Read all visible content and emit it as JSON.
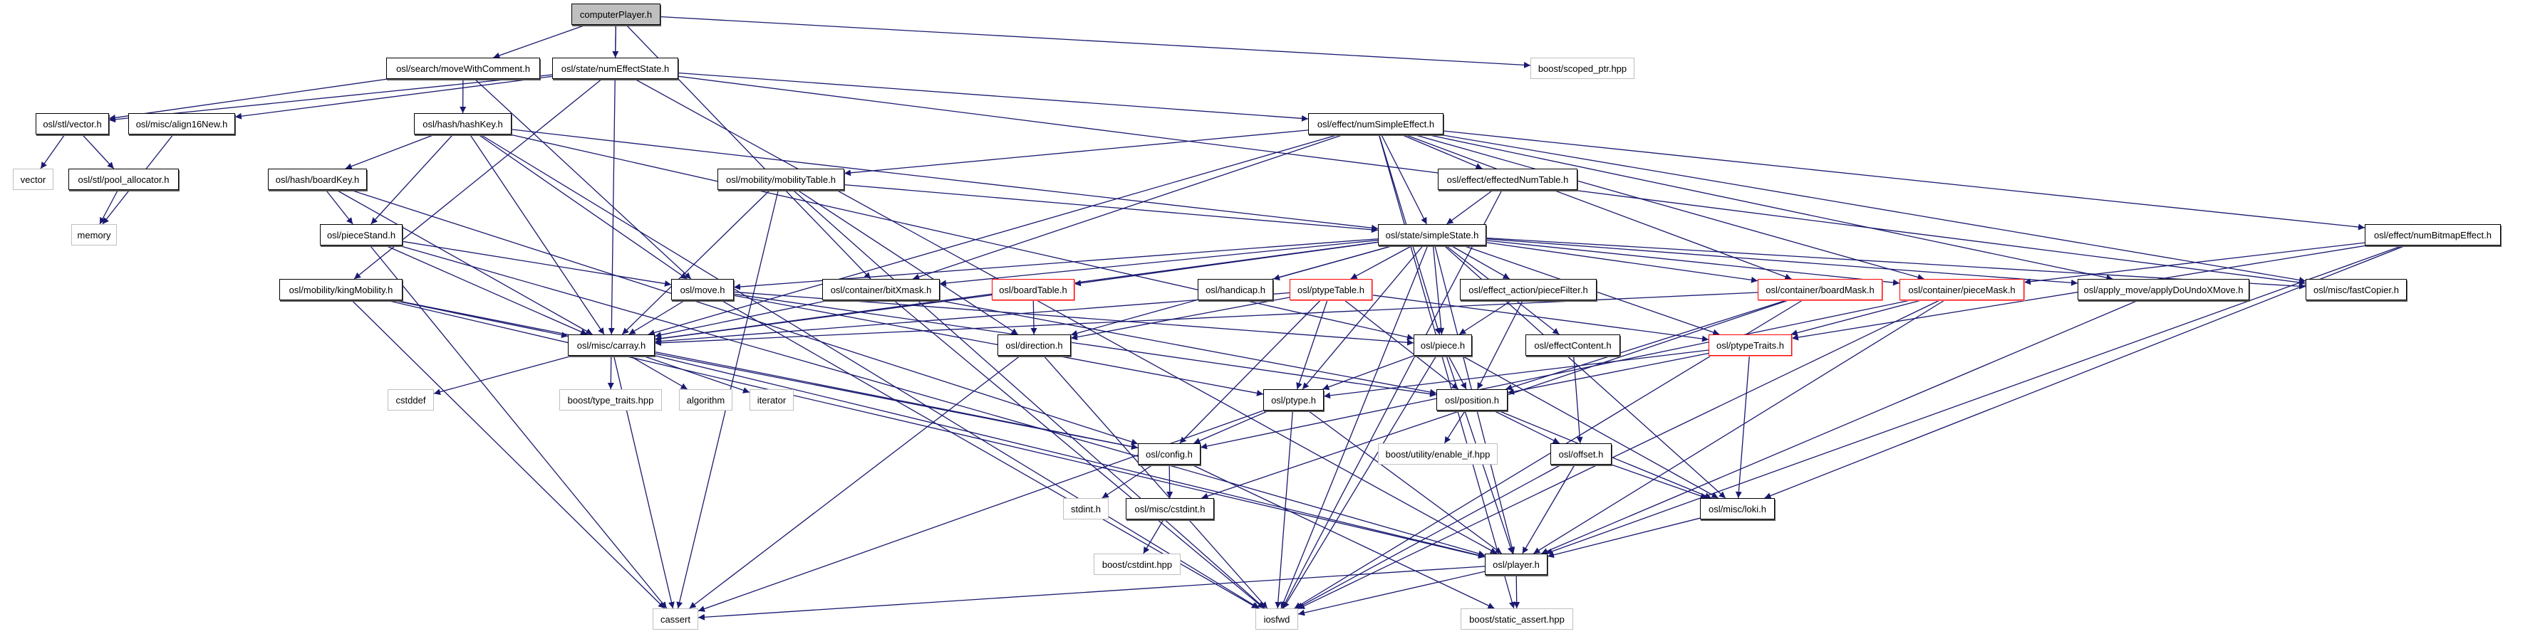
{
  "title": "computerPlayer.h include dependency graph",
  "colors": {
    "edge": "#191970",
    "external_border": "#bfbfbf",
    "incomplete_border": "#ff0000",
    "root_fill": "#bfbfbf"
  },
  "nodes": [
    {
      "id": "computerPlayer",
      "label": "computerPlayer.h",
      "kind": "root"
    },
    {
      "id": "moveWithComment",
      "label": "osl/search/moveWithComment.h",
      "kind": "normal"
    },
    {
      "id": "numEffectState",
      "label": "osl/state/numEffectState.h",
      "kind": "normal"
    },
    {
      "id": "scoped_ptr",
      "label": "boost/scoped_ptr.hpp",
      "kind": "external"
    },
    {
      "id": "stlvector",
      "label": "osl/stl/vector.h",
      "kind": "normal"
    },
    {
      "id": "align16New",
      "label": "osl/misc/align16New.h",
      "kind": "normal"
    },
    {
      "id": "hashKey",
      "label": "osl/hash/hashKey.h",
      "kind": "normal"
    },
    {
      "id": "numSimpleEffect",
      "label": "osl/effect/numSimpleEffect.h",
      "kind": "normal"
    },
    {
      "id": "vector",
      "label": "vector",
      "kind": "external"
    },
    {
      "id": "pool_allocator",
      "label": "osl/stl/pool_allocator.h",
      "kind": "normal"
    },
    {
      "id": "boardKey",
      "label": "osl/hash/boardKey.h",
      "kind": "normal"
    },
    {
      "id": "mobilityTable",
      "label": "osl/mobility/mobilityTable.h",
      "kind": "normal"
    },
    {
      "id": "effectedNumTable",
      "label": "osl/effect/effectedNumTable.h",
      "kind": "normal"
    },
    {
      "id": "memory",
      "label": "memory",
      "kind": "external"
    },
    {
      "id": "pieceStand",
      "label": "osl/pieceStand.h",
      "kind": "normal"
    },
    {
      "id": "simpleState",
      "label": "osl/state/simpleState.h",
      "kind": "normal"
    },
    {
      "id": "numBitmapEffect",
      "label": "osl/effect/numBitmapEffect.h",
      "kind": "normal"
    },
    {
      "id": "kingMobility",
      "label": "osl/mobility/kingMobility.h",
      "kind": "normal"
    },
    {
      "id": "move",
      "label": "osl/move.h",
      "kind": "normal"
    },
    {
      "id": "bitXmask",
      "label": "osl/container/bitXmask.h",
      "kind": "normal"
    },
    {
      "id": "boardTable",
      "label": "osl/boardTable.h",
      "kind": "incomplete"
    },
    {
      "id": "handicap",
      "label": "osl/handicap.h",
      "kind": "normal"
    },
    {
      "id": "ptypeTable",
      "label": "osl/ptypeTable.h",
      "kind": "incomplete"
    },
    {
      "id": "pieceFilter",
      "label": "osl/effect_action/pieceFilter.h",
      "kind": "normal"
    },
    {
      "id": "boardMask",
      "label": "osl/container/boardMask.h",
      "kind": "incomplete"
    },
    {
      "id": "pieceMask",
      "label": "osl/container/pieceMask.h",
      "kind": "incomplete"
    },
    {
      "id": "applyDoUndoXMove",
      "label": "osl/apply_move/applyDoUndoXMove.h",
      "kind": "normal"
    },
    {
      "id": "fastCopier",
      "label": "osl/misc/fastCopier.h",
      "kind": "normal"
    },
    {
      "id": "carray",
      "label": "osl/misc/carray.h",
      "kind": "normal"
    },
    {
      "id": "direction",
      "label": "osl/direction.h",
      "kind": "normal"
    },
    {
      "id": "piece",
      "label": "osl/piece.h",
      "kind": "normal"
    },
    {
      "id": "effectContent",
      "label": "osl/effectContent.h",
      "kind": "normal"
    },
    {
      "id": "ptypeTraits",
      "label": "osl/ptypeTraits.h",
      "kind": "incomplete"
    },
    {
      "id": "cstddef",
      "label": "cstddef",
      "kind": "external"
    },
    {
      "id": "type_traits",
      "label": "boost/type_traits.hpp",
      "kind": "external"
    },
    {
      "id": "algorithm",
      "label": "algorithm",
      "kind": "external"
    },
    {
      "id": "iterator",
      "label": "iterator",
      "kind": "external"
    },
    {
      "id": "ptype",
      "label": "osl/ptype.h",
      "kind": "normal"
    },
    {
      "id": "position",
      "label": "osl/position.h",
      "kind": "normal"
    },
    {
      "id": "config",
      "label": "osl/config.h",
      "kind": "normal"
    },
    {
      "id": "enable_if",
      "label": "boost/utility/enable_if.hpp",
      "kind": "external"
    },
    {
      "id": "offset",
      "label": "osl/offset.h",
      "kind": "normal"
    },
    {
      "id": "stdint",
      "label": "stdint.h",
      "kind": "external"
    },
    {
      "id": "misc_cstdint",
      "label": "osl/misc/cstdint.h",
      "kind": "normal"
    },
    {
      "id": "loki",
      "label": "osl/misc/loki.h",
      "kind": "normal"
    },
    {
      "id": "boost_cstdint",
      "label": "boost/cstdint.hpp",
      "kind": "external"
    },
    {
      "id": "player",
      "label": "osl/player.h",
      "kind": "normal"
    },
    {
      "id": "cassert",
      "label": "cassert",
      "kind": "external"
    },
    {
      "id": "iosfwd",
      "label": "iosfwd",
      "kind": "external"
    },
    {
      "id": "static_assert",
      "label": "boost/static_assert.hpp",
      "kind": "external"
    }
  ],
  "edges": [
    [
      "computerPlayer",
      "moveWithComment"
    ],
    [
      "computerPlayer",
      "numEffectState"
    ],
    [
      "computerPlayer",
      "scoped_ptr"
    ],
    [
      "computerPlayer",
      "carray"
    ],
    [
      "computerPlayer",
      "bitXmask"
    ],
    [
      "moveWithComment",
      "stlvector"
    ],
    [
      "moveWithComment",
      "hashKey"
    ],
    [
      "moveWithComment",
      "move"
    ],
    [
      "numEffectState",
      "align16New"
    ],
    [
      "numEffectState",
      "stlvector"
    ],
    [
      "numEffectState",
      "numSimpleEffect"
    ],
    [
      "numEffectState",
      "kingMobility"
    ],
    [
      "numEffectState",
      "fastCopier"
    ],
    [
      "numEffectState",
      "player"
    ],
    [
      "stlvector",
      "vector"
    ],
    [
      "stlvector",
      "pool_allocator"
    ],
    [
      "pool_allocator",
      "memory"
    ],
    [
      "align16New",
      "memory"
    ],
    [
      "hashKey",
      "boardKey"
    ],
    [
      "hashKey",
      "pieceStand"
    ],
    [
      "hashKey",
      "carray"
    ],
    [
      "hashKey",
      "move"
    ],
    [
      "hashKey",
      "simpleState"
    ],
    [
      "hashKey",
      "piece"
    ],
    [
      "hashKey",
      "iosfwd"
    ],
    [
      "boardKey",
      "pieceStand"
    ],
    [
      "boardKey",
      "carray"
    ],
    [
      "boardKey",
      "config"
    ],
    [
      "pieceStand",
      "move"
    ],
    [
      "pieceStand",
      "carray"
    ],
    [
      "pieceStand",
      "cassert"
    ],
    [
      "pieceStand",
      "player"
    ],
    [
      "numSimpleEffect",
      "mobilityTable"
    ],
    [
      "numSimpleEffect",
      "effectedNumTable"
    ],
    [
      "numSimpleEffect",
      "simpleState"
    ],
    [
      "numSimpleEffect",
      "numBitmapEffect"
    ],
    [
      "numSimpleEffect",
      "boardMask"
    ],
    [
      "numSimpleEffect",
      "pieceMask"
    ],
    [
      "numSimpleEffect",
      "applyDoUndoXMove"
    ],
    [
      "numSimpleEffect",
      "fastCopier"
    ],
    [
      "numSimpleEffect",
      "carray"
    ],
    [
      "numSimpleEffect",
      "bitXmask"
    ],
    [
      "numSimpleEffect",
      "static_assert"
    ],
    [
      "numSimpleEffect",
      "piece"
    ],
    [
      "mobilityTable",
      "simpleState"
    ],
    [
      "mobilityTable",
      "carray"
    ],
    [
      "mobilityTable",
      "direction"
    ],
    [
      "mobilityTable",
      "iosfwd"
    ],
    [
      "mobilityTable",
      "cassert"
    ],
    [
      "effectedNumTable",
      "simpleState"
    ],
    [
      "effectedNumTable",
      "iosfwd"
    ],
    [
      "simpleState",
      "move"
    ],
    [
      "simpleState",
      "bitXmask"
    ],
    [
      "simpleState",
      "boardTable"
    ],
    [
      "simpleState",
      "handicap"
    ],
    [
      "simpleState",
      "ptypeTable"
    ],
    [
      "simpleState",
      "pieceFilter"
    ],
    [
      "simpleState",
      "boardMask"
    ],
    [
      "simpleState",
      "pieceMask"
    ],
    [
      "simpleState",
      "applyDoUndoXMove"
    ],
    [
      "simpleState",
      "fastCopier"
    ],
    [
      "simpleState",
      "carray"
    ],
    [
      "simpleState",
      "direction"
    ],
    [
      "simpleState",
      "piece"
    ],
    [
      "simpleState",
      "effectContent"
    ],
    [
      "simpleState",
      "ptypeTraits"
    ],
    [
      "simpleState",
      "ptype"
    ],
    [
      "simpleState",
      "loki"
    ],
    [
      "simpleState",
      "player"
    ],
    [
      "simpleState",
      "iosfwd"
    ],
    [
      "numBitmapEffect",
      "pieceMask"
    ],
    [
      "numBitmapEffect",
      "ptypeTraits"
    ],
    [
      "numBitmapEffect",
      "loki"
    ],
    [
      "numBitmapEffect",
      "player"
    ],
    [
      "kingMobility",
      "carray"
    ],
    [
      "kingMobility",
      "config"
    ],
    [
      "kingMobility",
      "cassert"
    ],
    [
      "kingMobility",
      "player"
    ],
    [
      "move",
      "carray"
    ],
    [
      "move",
      "piece"
    ],
    [
      "move",
      "ptype"
    ],
    [
      "move",
      "position"
    ],
    [
      "move",
      "iosfwd"
    ],
    [
      "bitXmask",
      "carray"
    ],
    [
      "bitXmask",
      "position"
    ],
    [
      "bitXmask",
      "iosfwd"
    ],
    [
      "boardTable",
      "carray"
    ],
    [
      "boardTable",
      "direction"
    ],
    [
      "ptypeTable",
      "carray"
    ],
    [
      "ptypeTable",
      "direction"
    ],
    [
      "ptypeTable",
      "ptype"
    ],
    [
      "ptypeTable",
      "position"
    ],
    [
      "ptypeTable",
      "config"
    ],
    [
      "ptypeTable",
      "ptypeTraits"
    ],
    [
      "pieceFilter",
      "piece"
    ],
    [
      "pieceFilter",
      "position"
    ],
    [
      "boardMask",
      "carray"
    ],
    [
      "boardMask",
      "position"
    ],
    [
      "boardMask",
      "misc_cstdint"
    ],
    [
      "boardMask",
      "iosfwd"
    ],
    [
      "pieceMask",
      "ptypeTraits"
    ],
    [
      "pieceMask",
      "config"
    ],
    [
      "pieceMask",
      "player"
    ],
    [
      "pieceMask",
      "iosfwd"
    ],
    [
      "applyDoUndoXMove",
      "player"
    ],
    [
      "carray",
      "cstddef"
    ],
    [
      "carray",
      "type_traits"
    ],
    [
      "carray",
      "algorithm"
    ],
    [
      "carray",
      "iterator"
    ],
    [
      "carray",
      "config"
    ],
    [
      "carray",
      "cassert"
    ],
    [
      "carray",
      "player"
    ],
    [
      "direction",
      "cassert"
    ],
    [
      "direction",
      "iosfwd"
    ],
    [
      "piece",
      "ptype"
    ],
    [
      "piece",
      "position"
    ],
    [
      "piece",
      "player"
    ],
    [
      "piece",
      "loki"
    ],
    [
      "piece",
      "iosfwd"
    ],
    [
      "effectContent",
      "offset"
    ],
    [
      "ptypeTraits",
      "ptype"
    ],
    [
      "ptypeTraits",
      "position"
    ],
    [
      "ptypeTraits",
      "loki"
    ],
    [
      "ptype",
      "config"
    ],
    [
      "ptype",
      "player"
    ],
    [
      "ptype",
      "iosfwd"
    ],
    [
      "ptype",
      "cassert"
    ],
    [
      "position",
      "enable_if"
    ],
    [
      "position",
      "offset"
    ],
    [
      "position",
      "loki"
    ],
    [
      "config",
      "stdint"
    ],
    [
      "config",
      "misc_cstdint"
    ],
    [
      "config",
      "static_assert"
    ],
    [
      "offset",
      "loki"
    ],
    [
      "offset",
      "player"
    ],
    [
      "offset",
      "iosfwd"
    ],
    [
      "misc_cstdint",
      "boost_cstdint"
    ],
    [
      "loki",
      "player"
    ],
    [
      "player",
      "cassert"
    ],
    [
      "player",
      "iosfwd"
    ],
    [
      "player",
      "static_assert"
    ]
  ]
}
